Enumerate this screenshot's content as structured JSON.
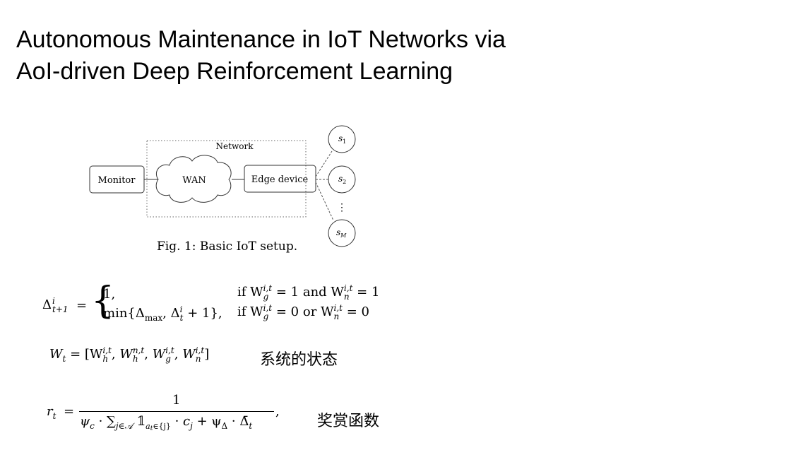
{
  "slide": {
    "title_line1": "Autonomous Maintenance in IoT Networks via",
    "title_line2": "AoI-driven Deep Reinforcement Learning"
  },
  "figure": {
    "network_label": "Network",
    "monitor_label": "Monitor",
    "wan_label": "WAN",
    "edge_label": "Edge device",
    "sensor1": "s",
    "sensor1_sub": "1",
    "sensor2": "s",
    "sensor2_sub": "2",
    "sensorM": "s",
    "sensorM_sub": "M",
    "dots": "⋮",
    "caption": "Fig. 1: Basic IoT setup."
  },
  "eq1": {
    "lhs": "Δ",
    "lhs_sup": "i",
    "lhs_sub": "t+1",
    "eq": "=",
    "case1_value": "1,",
    "case1_cond": "if W",
    "case1_cond_rest": "= 1 and W",
    "case1_cond_end": "= 1",
    "case2_value": "min{Δ",
    "case2_value_sub": "max",
    "case2_value_rest": ", Δ",
    "case2_value_end": "+ 1},",
    "case2_cond": "if W",
    "case2_cond_rest": "= 0 or W",
    "case2_cond_end": "= 0",
    "sup_it": "i,t",
    "sub_g": "g",
    "sub_n": "n",
    "sup_i": "i",
    "sub_t": "t"
  },
  "eq2": {
    "lhs": "W",
    "lhs_sub": "t",
    "rhs_open": "= [W",
    "sup_it": "i,t",
    "sup_nt": "n,t",
    "sub_h": "h",
    "sub_g": "g",
    "sub_n": "n",
    "comma": ",",
    "w": "W",
    "close": "]",
    "label": "系统的状态"
  },
  "eq3": {
    "lhs": "r",
    "lhs_sub": "t",
    "eq": "=",
    "numerator": "1",
    "denominator": "ψ_c · Σ_{j∈A} 𝟙_{a_t∈{j}} · c_j + ψ_Δ · Δ̄_t",
    "den_psi": "ψ",
    "den_c": "c",
    "den_dot": " · ",
    "den_sum": "∑",
    "den_sum_sub": "j∈𝒜",
    "den_ind": "𝟙",
    "den_ind_sub": "a",
    "den_ind_sub2": "t",
    "den_ind_sub3": "∈{j}",
    "den_cj": "c",
    "den_j": "j",
    "den_plus": " + ψ",
    "den_delta_sub": "Δ",
    "den_delta": "Δ̄",
    "den_t": "t",
    "trail": ",",
    "label": "奖赏函数"
  },
  "colors": {
    "ink": "#000000",
    "box_border": "#333333",
    "dotted": "#666666"
  }
}
